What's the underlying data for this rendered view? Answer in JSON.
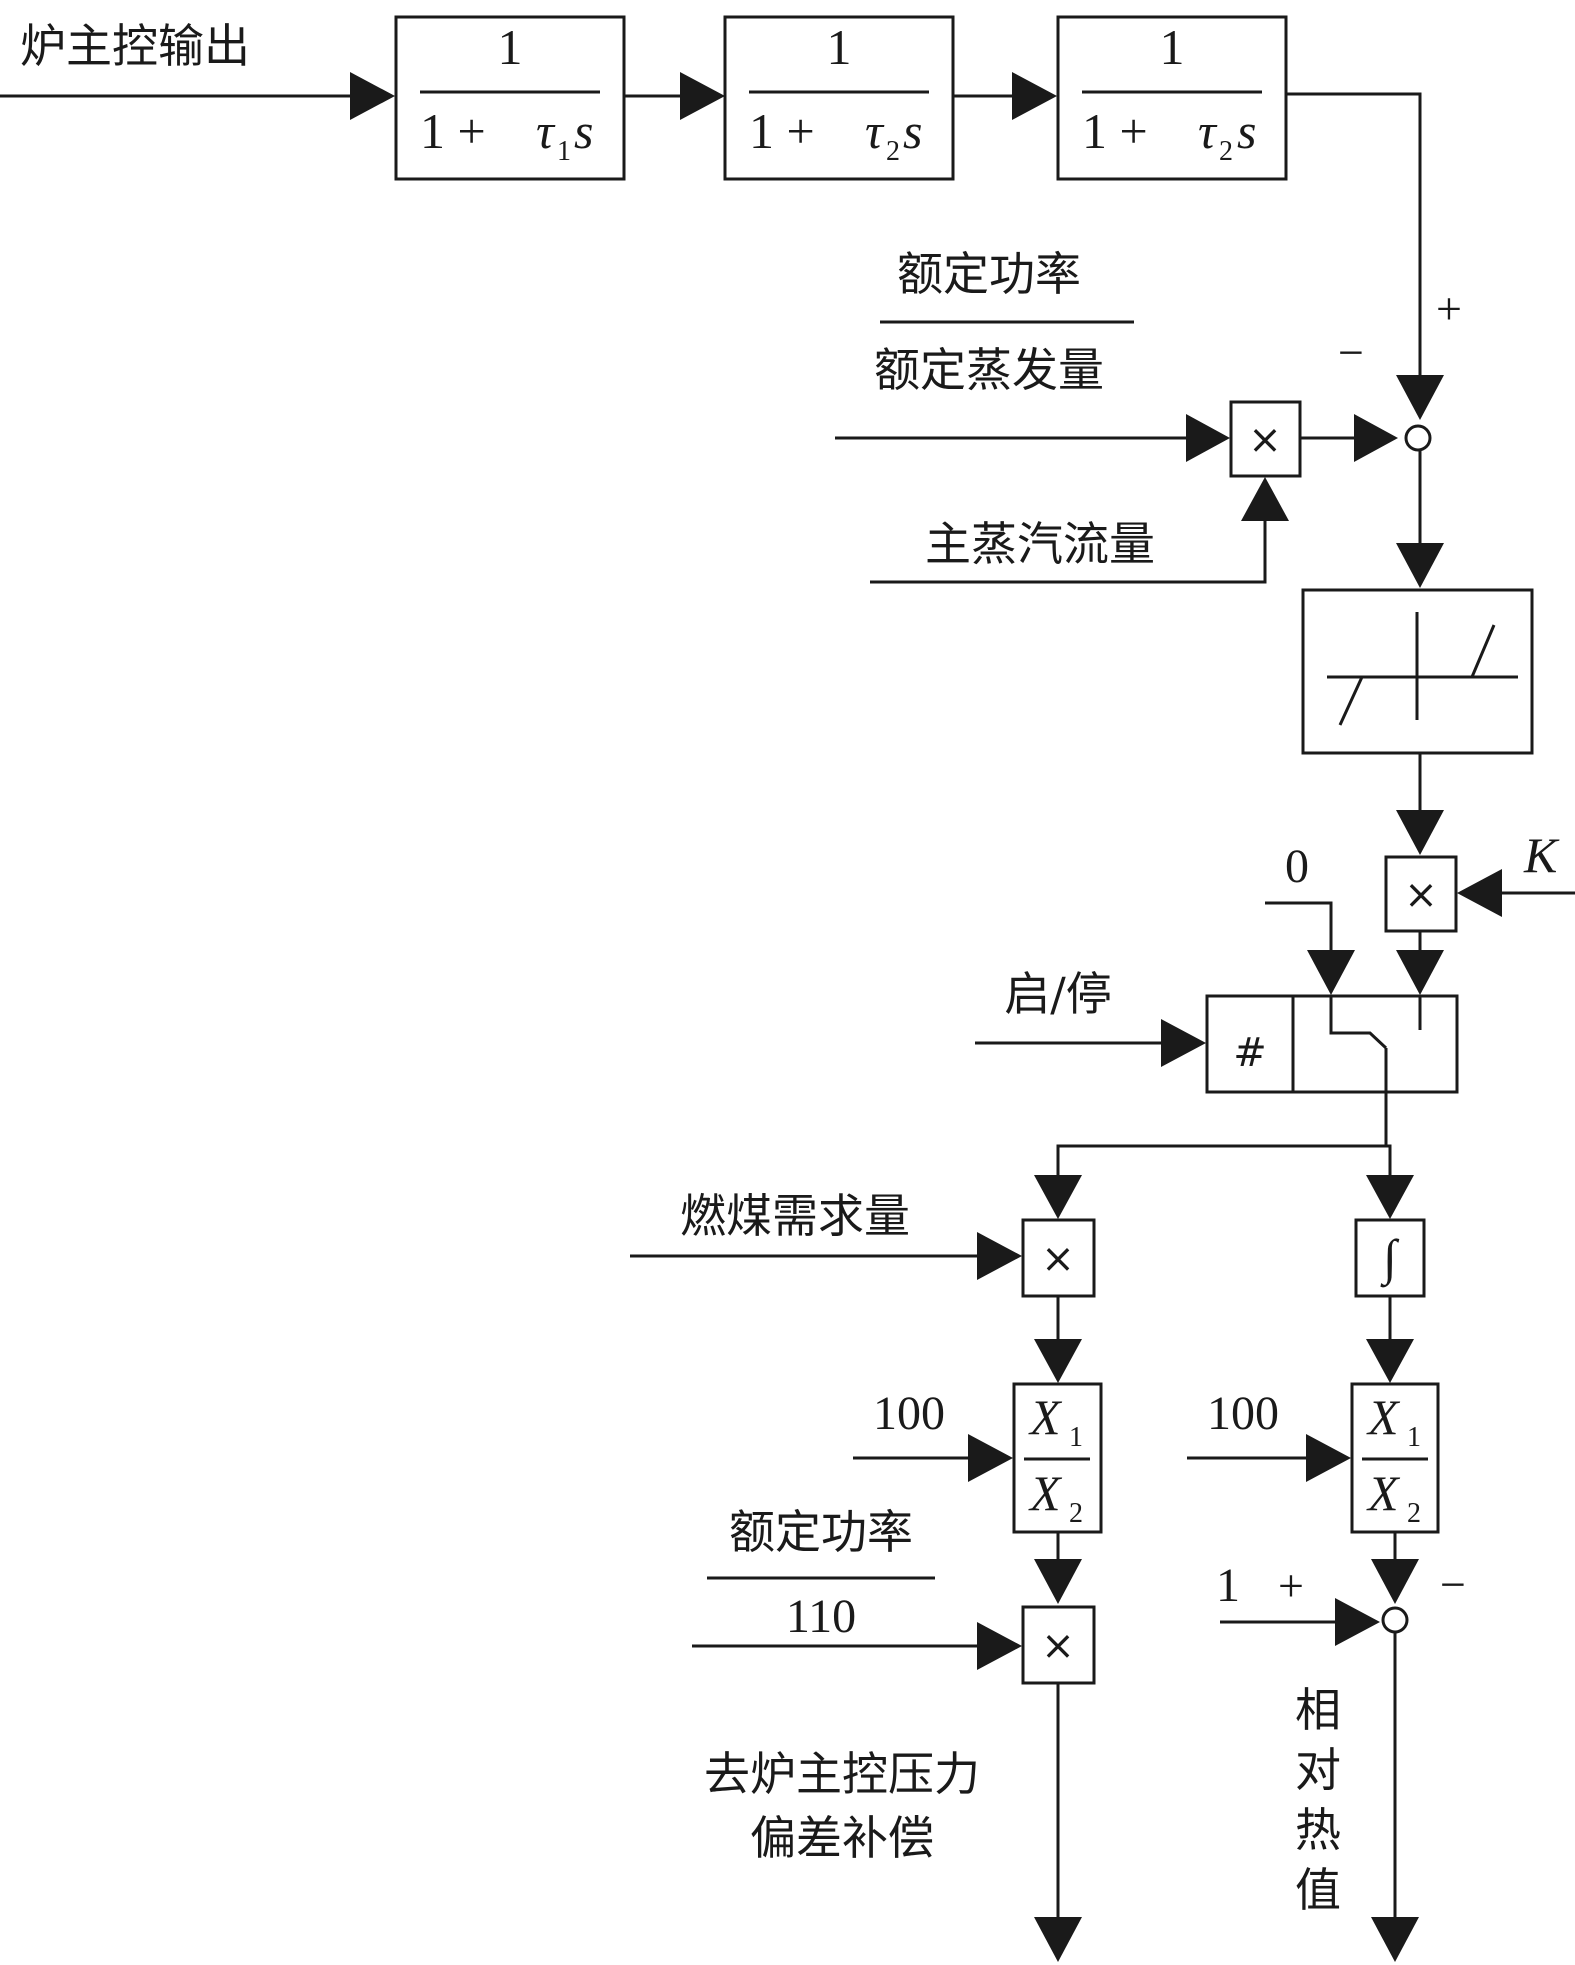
{
  "inputs": {
    "boiler_master_output": "炉主控输出",
    "rated_power_numerator": "额定功率",
    "rated_steam_denominator": "额定蒸发量",
    "main_steam_flow": "主蒸汽流量",
    "gain_k": "K",
    "zero_value": "0",
    "start_stop": "启/停",
    "coal_demand": "燃煤需求量",
    "hundred_left": "100",
    "hundred_right": "100",
    "rated_power_2": "额定功率",
    "one_ten": "110",
    "one": "1"
  },
  "lag_blocks": [
    {
      "num": "1",
      "den_prefix": "1 + ",
      "tau": "τ",
      "sub": "1",
      "s": "s"
    },
    {
      "num": "1",
      "den_prefix": "1 + ",
      "tau": "τ",
      "sub": "2",
      "s": "s"
    },
    {
      "num": "1",
      "den_prefix": "1 + ",
      "tau": "τ",
      "sub": "2",
      "s": "s"
    }
  ],
  "operators": {
    "multiply": "×",
    "switch_symbol": "#",
    "integral": "∫",
    "divider_x": "X",
    "divider_sub1": "1",
    "divider_sub2": "2"
  },
  "signs": {
    "sum1_plus": "+",
    "sum1_minus": "−",
    "sum2_plus": "+",
    "sum2_minus": "−"
  },
  "outputs": {
    "pressure_comp_line1": "去炉主控压力",
    "pressure_comp_line2": "偏差补偿",
    "relative_heat_value": [
      "相",
      "对",
      "热",
      "值"
    ]
  }
}
